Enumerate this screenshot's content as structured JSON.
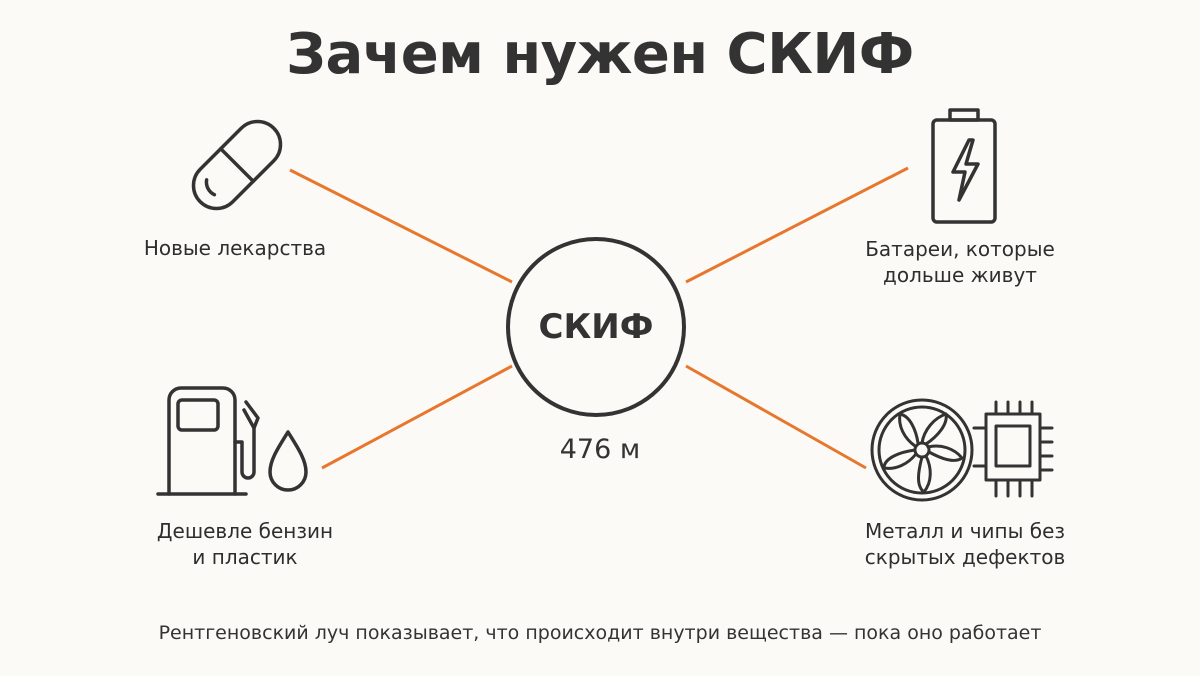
{
  "title": "Зачем нужен СКИФ",
  "hub": {
    "label": "СКИФ",
    "size": "476 м"
  },
  "items": [
    {
      "lines": [
        "Новые лекарства"
      ],
      "icon": "capsule-icon"
    },
    {
      "lines": [
        "Батареи, которые",
        "дольше живут"
      ],
      "icon": "battery-icon"
    },
    {
      "lines": [
        "Дешевле бензин",
        "и пластик"
      ],
      "icon": "fuel-pump-icon"
    },
    {
      "lines": [
        "Металл и чипы без",
        "скрытых дефектов"
      ],
      "icon": "chip-icon"
    }
  ],
  "footer": "Рентгеновский луч показывает, что происходит внутри вещества — пока оно работает",
  "colors": {
    "accent": "#e8772e",
    "stroke": "#333333",
    "background": "#fbfaf6"
  }
}
